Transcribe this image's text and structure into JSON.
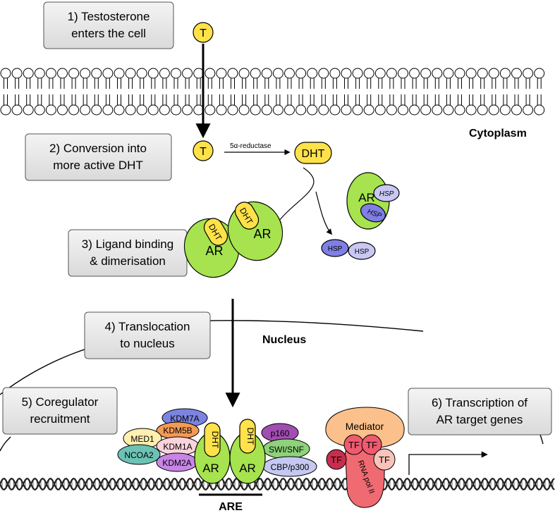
{
  "steps": [
    {
      "line1": "1) Testosterone",
      "line2": "enters the cell"
    },
    {
      "line1": "2) Conversion into",
      "line2": "more active DHT"
    },
    {
      "line1": "3) Ligand binding",
      "line2": "& dimerisation"
    },
    {
      "line1": "4) Translocation",
      "line2": "to nucleus"
    },
    {
      "line1": "5) Coregulator",
      "line2": "recruitment"
    },
    {
      "line1": "6) Transcription of",
      "line2": "AR target genes"
    }
  ],
  "compartments": {
    "cytoplasm": "Cytoplasm",
    "nucleus": "Nucleus"
  },
  "molecules": {
    "testosterone": "T",
    "dht": "DHT",
    "enzyme": "5α-reductase",
    "ar": "AR",
    "hsp": "HSP",
    "coregulators": {
      "kdm7a": "KDM7A",
      "kdm5b": "KDM5B",
      "med1": "MED1",
      "kdm1a": "KDM1A",
      "ncoa2": "NCOA2",
      "kdm2a": "KDM2A",
      "p160": "p160",
      "swisnf": "SWI/SNF",
      "cbp": "CBP/p300"
    },
    "mediator": "Mediator",
    "tf": "TF",
    "rnapol": "RNA pol II"
  },
  "dna": {
    "element": "ARE"
  },
  "colors": {
    "yellow": "#ffe24a",
    "green": "#a6e34e",
    "hsp_light": "#c9c8f4",
    "hsp_dark": "#7f7fe6",
    "kdm7a": "#7b84e0",
    "kdm5b": "#f39a55",
    "med1": "#fff0b0",
    "kdm1a": "#fbd3dc",
    "ncoa2": "#6cc2b4",
    "kdm2a": "#c785e5",
    "p160": "#a24db2",
    "swisnf": "#8ed27a",
    "cbp": "#c5c9f2",
    "mediator": "#fbc08b",
    "tf_red": "#f05a6e",
    "tf_dark": "#c72e4e",
    "tf_pink": "#f9c3ba",
    "rnapol": "#f06a72"
  }
}
